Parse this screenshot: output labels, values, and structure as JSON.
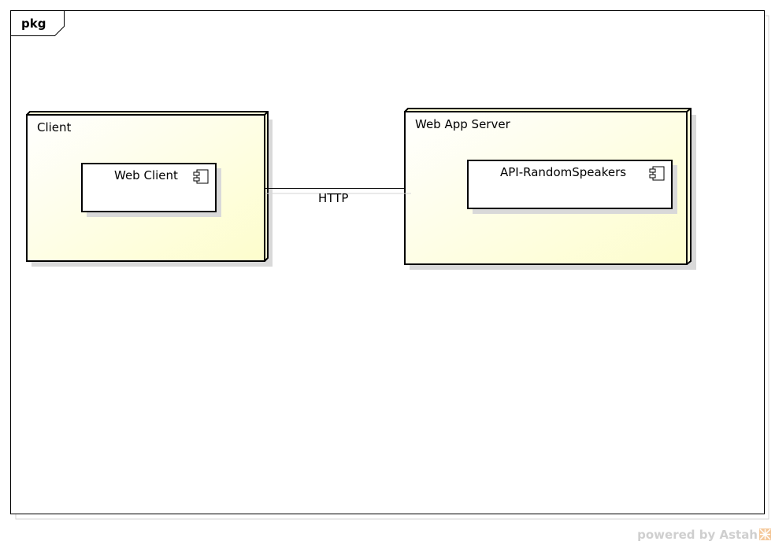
{
  "package": {
    "label": "pkg"
  },
  "nodes": {
    "client": {
      "label": "Client",
      "component": "Web Client"
    },
    "server": {
      "label": "Web App Server",
      "component": "API-RandomSpeakers"
    }
  },
  "connection": {
    "label": "HTTP"
  },
  "watermark": {
    "text": "powered by Astah"
  },
  "colors": {
    "node_fill_light": "#ffffff",
    "node_fill_dark": "#fdfdd0",
    "shadow": "#d9d9d9",
    "stroke": "#000000",
    "watermark": "#cfcfcf"
  },
  "icons": {
    "component": "uml-component-icon",
    "logo": "astah-logo-icon"
  }
}
